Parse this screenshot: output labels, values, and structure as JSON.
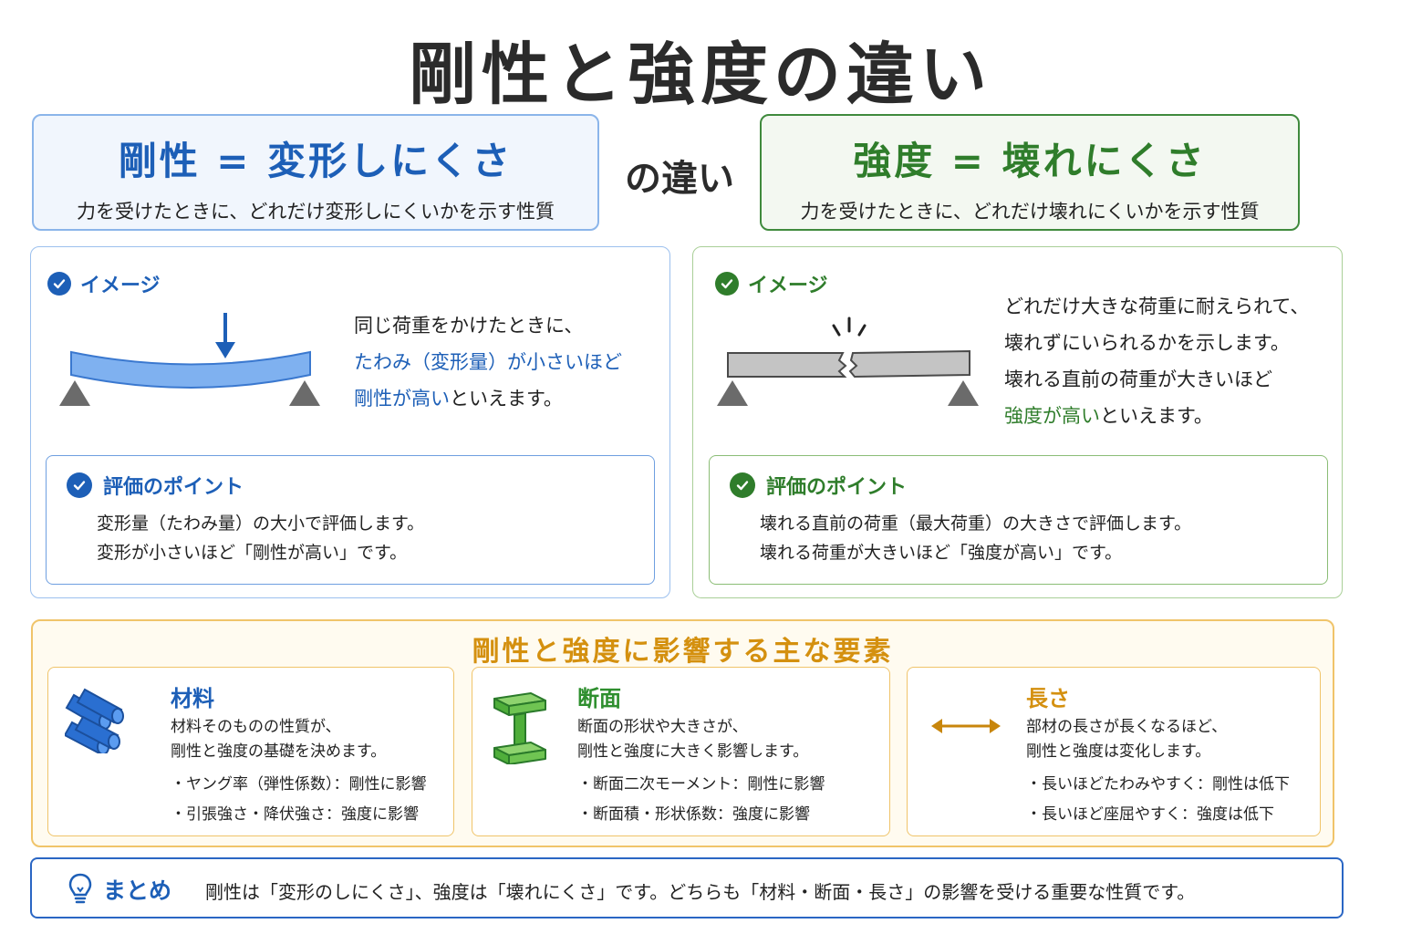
{
  "title": "剛性と強度の違い",
  "stiffness_def": {
    "title": "剛性 = 変形しにくさ",
    "subtitle": "力を受けたときに、どれだけ変形しにくいかを示す性質"
  },
  "vs_label": "の違い",
  "strength_def": {
    "title": "強度 = 壊れにくさ",
    "subtitle": "力を受けたときに、どれだけ壊れにくいかを示す性質"
  },
  "stiffness_panel": {
    "image_heading": "イメージ",
    "text_line1": "同じ荷重をかけたときに、",
    "text_line2": "たわみ（変形量）が小さいほど",
    "text_line3_highlight": "剛性が高い",
    "text_line3_rest": "といえます。",
    "eval_heading": "評価のポイント",
    "eval_line1": "変形量（たわみ量）の大小で評価します。",
    "eval_line2": "変形が小さいほど「剛性が高い」です。",
    "colors": {
      "accent": "#1d5fb7",
      "beam": "#7fb1f0"
    }
  },
  "strength_panel": {
    "image_heading": "イメージ",
    "text_line1": "どれだけ大きな荷重に耐えられて、",
    "text_line2": "壊れずにいられるかを示します。",
    "text_line3": "壊れる直前の荷重が大きいほど",
    "text_line4_highlight": "強度が高い",
    "text_line4_rest": "といえます。",
    "eval_heading": "評価のポイント",
    "eval_line1": "壊れる直前の荷重（最大荷重）の大きさで評価します。",
    "eval_line2": "壊れる荷重が大きいほど「強度が高い」です。",
    "colors": {
      "accent": "#2f7d2b",
      "beam": "#c4c4c4"
    }
  },
  "factors": {
    "title": "剛性と強度に影響する主な要素",
    "items": [
      {
        "icon": "material-bars-icon",
        "title": "材料",
        "desc1": "材料そのものの性質が、",
        "desc2": "剛性と強度の基礎を決めます。",
        "bullet1": "・ヤング率（弾性係数）：剛性に影響",
        "bullet2": "・引張強さ・降伏強さ：強度に影響",
        "color": "#1d5fb7"
      },
      {
        "icon": "i-beam-icon",
        "title": "断面",
        "desc1": "断面の形状や大きさが、",
        "desc2": "剛性と強度に大きく影響します。",
        "bullet1": "・断面二次モーメント：剛性に影響",
        "bullet2": "・断面積・形状係数：強度に影響",
        "color": "#2f8f2f"
      },
      {
        "icon": "length-arrow-icon",
        "title": "長さ",
        "desc1": "部材の長さが長くなるほど、",
        "desc2": "剛性と強度は変化します。",
        "bullet1": "・長いほどたわみやすく：剛性は低下",
        "bullet2": "・長いほど座屈やすく：強度は低下",
        "color": "#d4900f"
      }
    ]
  },
  "summary": {
    "heading": "まとめ",
    "text": "剛性は「変形のしにくさ」、強度は「壊れにくさ」です。どちらも「材料・断面・長さ」の影響を受ける重要な性質です。"
  }
}
